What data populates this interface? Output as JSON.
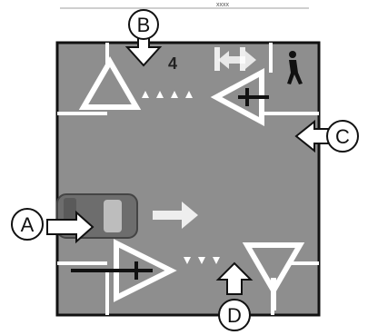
{
  "header": {
    "caption": "xxxx"
  },
  "sign_text": "4",
  "callouts": {
    "a": "A",
    "b": "B",
    "c": "C",
    "d": "D"
  },
  "colors": {
    "road": "#8e8e8e",
    "frame": "#111111",
    "marking": "#ffffff",
    "car": "#6d6d6d",
    "arrow_fill": "#ffffff"
  }
}
